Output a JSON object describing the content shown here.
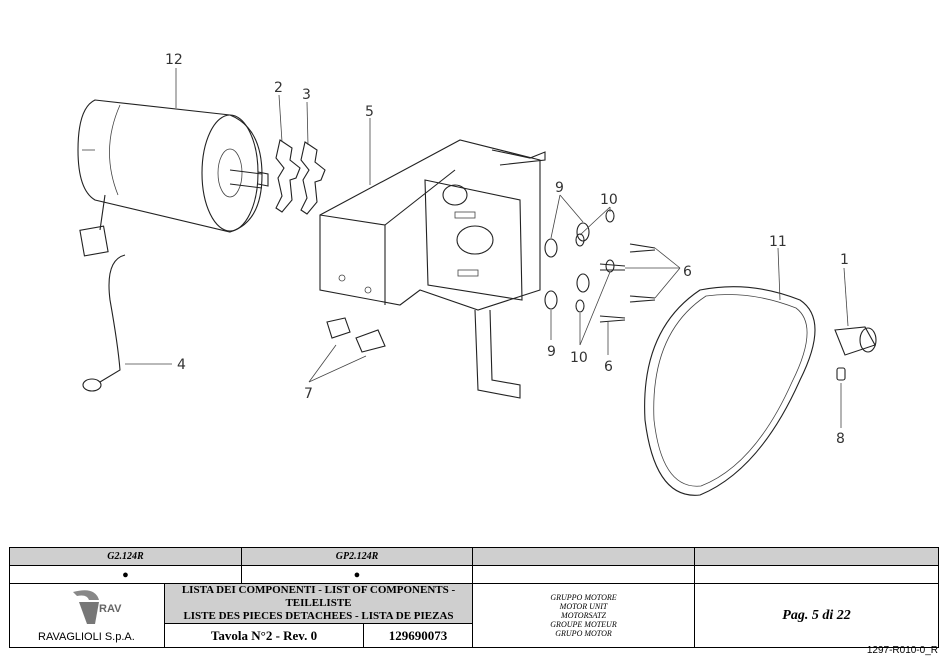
{
  "callouts": {
    "c1": "1",
    "c2": "2",
    "c3": "3",
    "c4": "4",
    "c5": "5",
    "c6a": "6",
    "c6b": "6",
    "c7": "7",
    "c8": "8",
    "c9a": "9",
    "c9b": "9",
    "c10a": "10",
    "c10b": "10",
    "c11": "11",
    "c12": "12"
  },
  "title_block": {
    "models": [
      "G2.124R",
      "GP2.124R",
      "",
      ""
    ],
    "applicability": [
      "●",
      "●",
      "",
      ""
    ],
    "company": "RAVAGLIOLI S.p.A.",
    "logo_text": "RAV",
    "list_title_line1": "LISTA DEI COMPONENTI - LIST OF COMPONENTS - TEILELISTE",
    "list_title_line2": "LISTE DES PIECES DETACHEES - LISTA DE PIEZAS",
    "tavola": "Tavola N°2 - Rev. 0",
    "code": "129690073",
    "group": [
      "GRUPPO MOTORE",
      "MOTOR UNIT",
      "MOTORSATZ",
      "GROUPE MOTEUR",
      "GRUPO MOTOR"
    ],
    "page": "Pag. 5 di 22"
  },
  "doc_ref": "1297-R010-0_R"
}
